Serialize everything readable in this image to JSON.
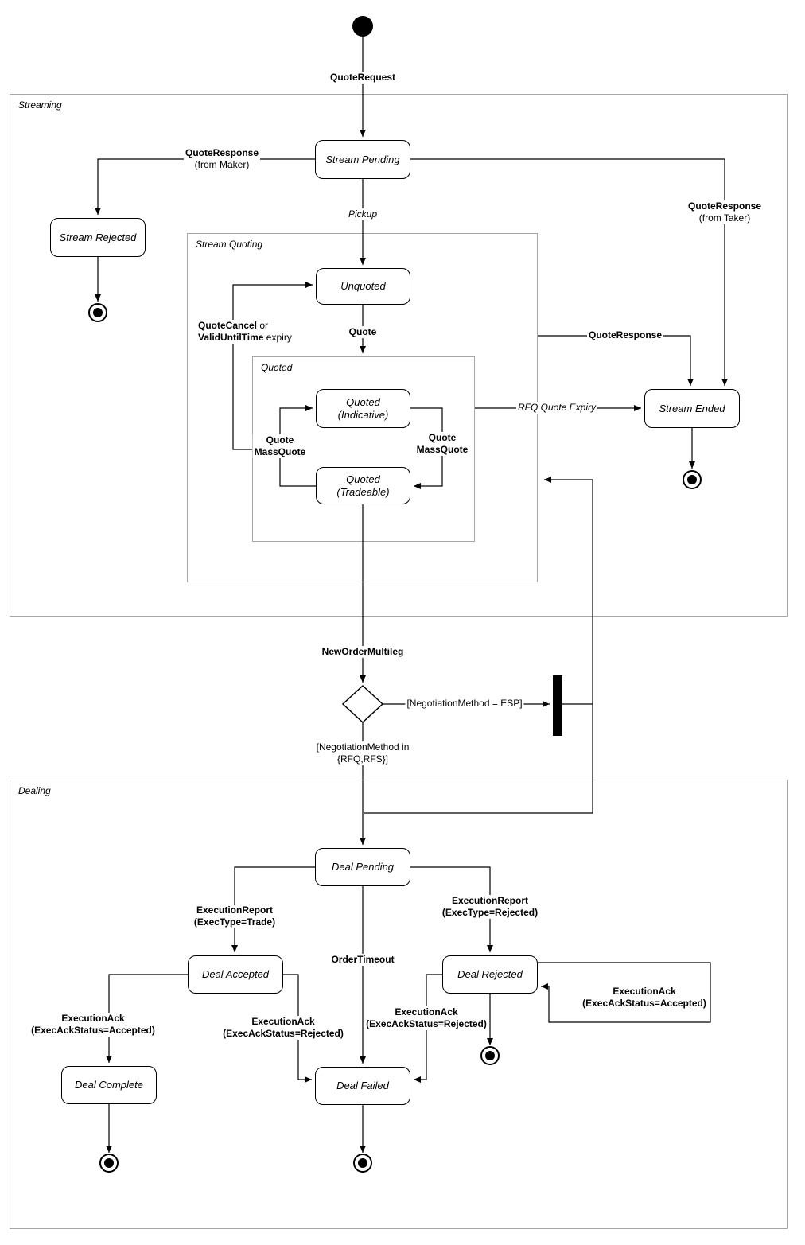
{
  "regions": {
    "streaming": "Streaming",
    "stream_quoting": "Stream Quoting",
    "quoted": "Quoted",
    "dealing": "Dealing"
  },
  "states": {
    "stream_pending": "Stream Pending",
    "stream_rejected": "Stream Rejected",
    "unquoted": "Unquoted",
    "quoted_indicative_1": "Quoted",
    "quoted_indicative_2": "(Indicative)",
    "quoted_tradeable_1": "Quoted",
    "quoted_tradeable_2": "(Tradeable)",
    "stream_ended": "Stream Ended",
    "deal_pending": "Deal Pending",
    "deal_accepted": "Deal Accepted",
    "deal_rejected": "Deal Rejected",
    "deal_complete": "Deal Complete",
    "deal_failed": "Deal Failed"
  },
  "transitions": {
    "quote_request": "QuoteRequest",
    "quote_response_maker_event": "QuoteResponse",
    "quote_response_maker_source": "(from Maker)",
    "quote_response_taker_event": "QuoteResponse",
    "quote_response_taker_source": "(from Taker)",
    "pickup": "Pickup",
    "quote": "Quote",
    "mass_quote_left_1": "Quote",
    "mass_quote_left_2": "MassQuote",
    "mass_quote_right_1": "Quote",
    "mass_quote_right_2": "MassQuote",
    "quote_cancel_event": "QuoteCancel",
    "quote_cancel_suffix": " or",
    "valid_until_event": "ValidUntilTime",
    "valid_until_suffix": " expiry",
    "rfq_quote_expiry": "RFQ Quote Expiry",
    "quote_response": "QuoteResponse",
    "new_order_multileg": "NewOrderMultileg",
    "guard_esp": "[NegotiationMethod = ESP]",
    "guard_rfq_rfs_1": "[NegotiationMethod in",
    "guard_rfq_rfs_2": "{RFQ,RFS}]",
    "exec_report_trade_1": "ExecutionReport",
    "exec_report_trade_2": "(ExecType=Trade)",
    "exec_report_rejected_1": "ExecutionReport",
    "exec_report_rejected_2": "(ExecType=Rejected)",
    "order_timeout": "OrderTimeout",
    "exec_ack_accepted_left_1": "ExecutionAck",
    "exec_ack_accepted_left_2": "(ExecAckStatus=Accepted)",
    "exec_ack_rejected_mid_1": "ExecutionAck",
    "exec_ack_rejected_mid_2": "(ExecAckStatus=Rejected)",
    "exec_ack_rejected_side_1": "ExecutionAck",
    "exec_ack_rejected_side_2": "(ExecAckStatus=Rejected)",
    "exec_ack_accepted_loop_1": "ExecutionAck",
    "exec_ack_accepted_loop_2": "(ExecAckStatus=Accepted)"
  },
  "colors": {
    "line": "#000000",
    "region_border": "#a6a6a6",
    "state_border": "#000000",
    "state_fill": "#ffffff",
    "background": "#ffffff"
  }
}
